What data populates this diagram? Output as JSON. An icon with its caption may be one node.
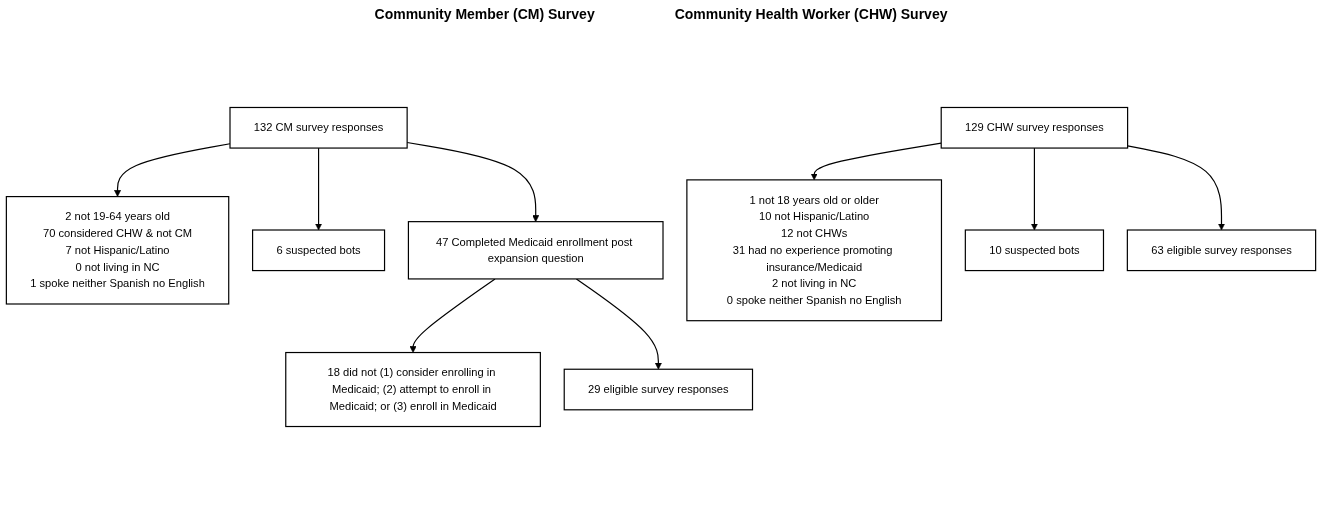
{
  "diagram": {
    "nodes": [
      {
        "text": [
          "132 CM survey responses"
        ]
      },
      {
        "text": [
          "2 not 19-64 years old",
          "70 considered CHW & not CM",
          "7 not Hispanic/Latino",
          "0 not living in NC",
          "1 spoke neither Spanish no English"
        ]
      },
      {
        "text": [
          "6 suspected bots"
        ]
      },
      {
        "text": [
          "47 Completed Medicaid enrollment post expansion question"
        ]
      },
      {
        "text": [
          "18 did not (1) consider enrolling in Medicaid; (2) attempt to enroll in Medicaid; or (3) enroll in Medicaid"
        ]
      },
      {
        "text": [
          "29 eligible survey responses"
        ]
      },
      {
        "text": [
          "129 CHW survey responses"
        ]
      },
      {
        "text": [
          "1 not 18 years old or older",
          "10 not Hispanic/Latino",
          "12 not CHWs",
          "31 had no experience promoting insurance/Medicaid",
          "2 not living in NC",
          "0 spoke neither Spanish no English"
        ]
      },
      {
        "text": [
          "10 suspected bots"
        ]
      },
      {
        "text": [
          "63 eligible survey responses"
        ]
      }
    ],
    "edges": [
      {
        "from": 0,
        "to": 1,
        "arrow": "to"
      },
      {
        "from": 0,
        "to": 2,
        "arrow": "to"
      },
      {
        "from": 0,
        "to": 3,
        "arrow": "to"
      },
      {
        "from": 3,
        "to": 4,
        "arrow": "to"
      },
      {
        "from": 3,
        "to": 5,
        "arrow": "to"
      },
      {
        "from": 6,
        "to": 7,
        "arrow": "to"
      },
      {
        "from": 6,
        "to": 8,
        "arrow": "to"
      },
      {
        "from": 6,
        "to": 9,
        "arrow": "to"
      }
    ],
    "labels": [
      "Community Member (CM) Survey",
      "Community Health Worker (CHW) Survey"
    ]
  }
}
